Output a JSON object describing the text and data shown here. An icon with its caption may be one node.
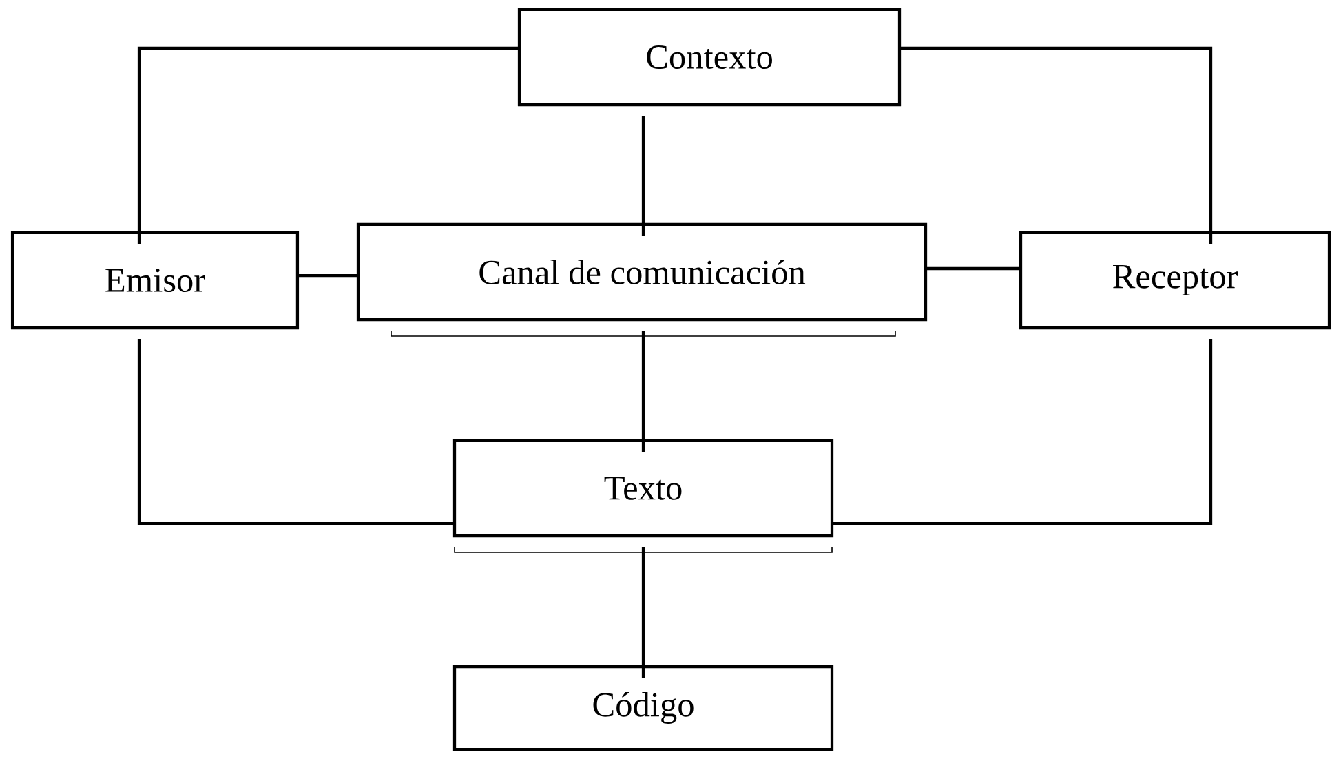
{
  "diagram": {
    "nodes": [
      {
        "text": [
          "Contexto"
        ]
      },
      {
        "text": [
          "Emisor"
        ]
      },
      {
        "text": [
          "Canal de comunicación"
        ]
      },
      {
        "text": [
          "Receptor"
        ]
      },
      {
        "text": [
          "Texto"
        ]
      },
      {
        "text": [
          "Código"
        ]
      }
    ],
    "edges": [
      {
        "from": 0,
        "to": 1,
        "arrow": "none"
      },
      {
        "from": 0,
        "to": 3,
        "arrow": "none"
      },
      {
        "from": 0,
        "to": 2,
        "arrow": "none"
      },
      {
        "from": 1,
        "to": 2,
        "arrow": "none"
      },
      {
        "from": 2,
        "to": 3,
        "arrow": "none"
      },
      {
        "from": 2,
        "to": 4,
        "arrow": "none"
      },
      {
        "from": 1,
        "to": 4,
        "arrow": "none"
      },
      {
        "from": 3,
        "to": 4,
        "arrow": "none"
      },
      {
        "from": 4,
        "to": 5,
        "arrow": "none"
      }
    ]
  }
}
